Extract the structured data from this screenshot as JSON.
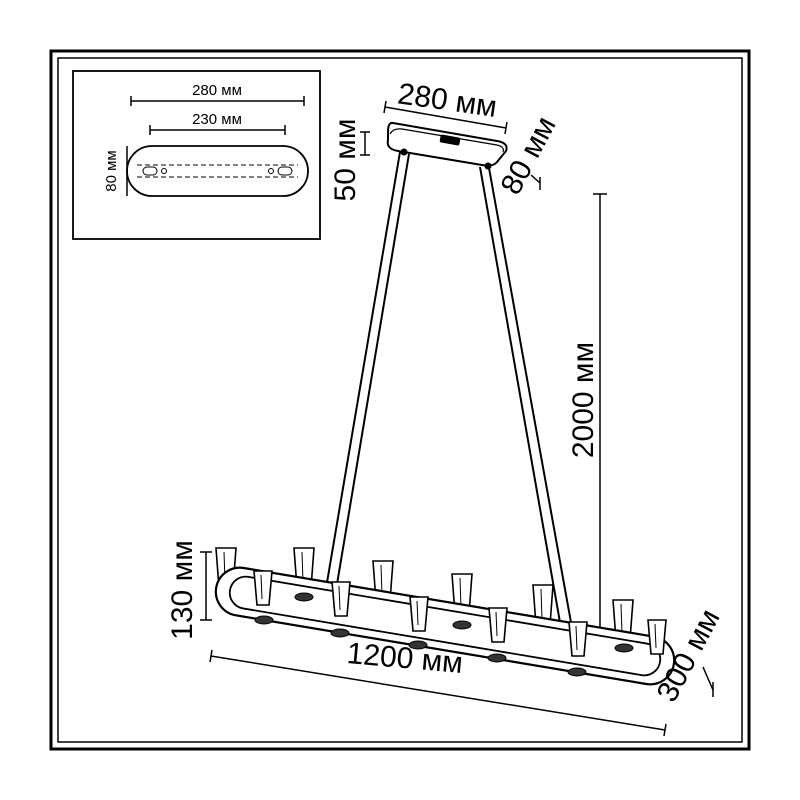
{
  "inset": {
    "width_outer": "280 мм",
    "width_inner": "230 мм",
    "depth": "80 мм"
  },
  "canopy": {
    "width": "280 мм",
    "height": "50 мм",
    "depth": "80 мм"
  },
  "drop_length": "2000 мм",
  "fixture": {
    "length": "1200 мм",
    "height": "130 мм",
    "width": "300 мм"
  },
  "colors": {
    "line": "#000000",
    "background": "#ffffff"
  }
}
